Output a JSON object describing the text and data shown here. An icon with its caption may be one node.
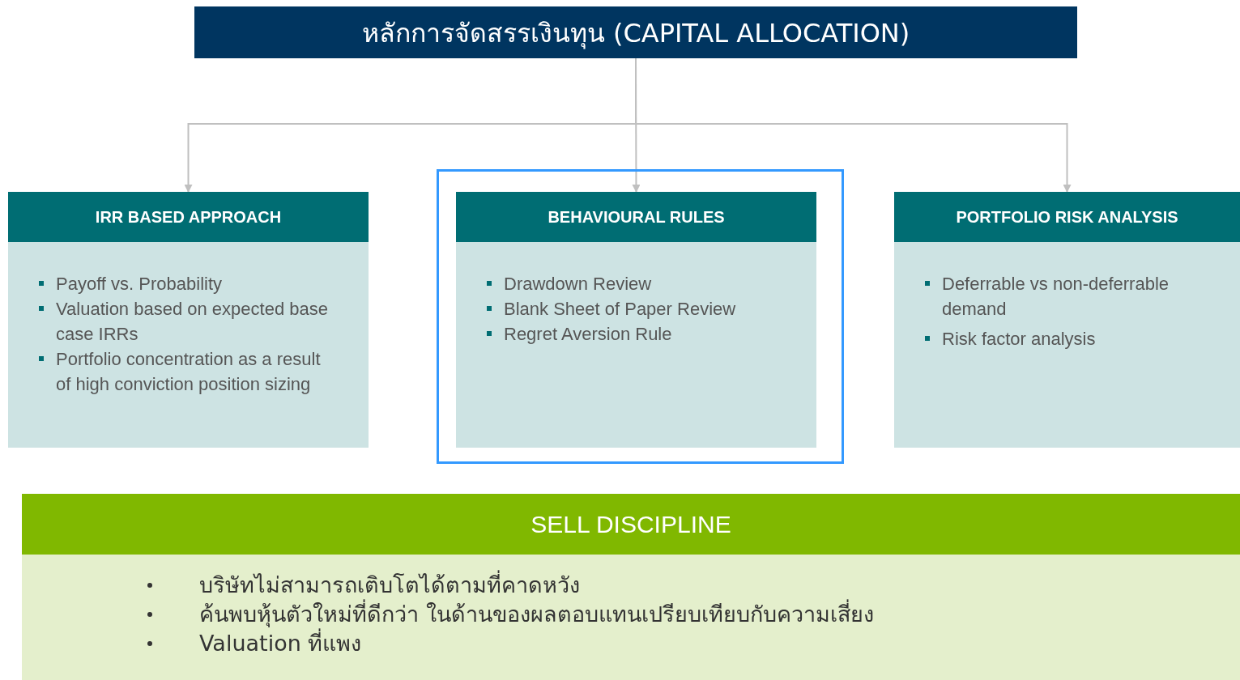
{
  "diagram": {
    "nodes": [
      {
        "text": [
          "หลักการจัดสรรเงินทุน (CAPITAL ALLOCATION)"
        ]
      },
      {
        "text": [
          "IRR BASED APPROACH",
          "Payoff vs. Probability",
          "Valuation based on expected base case IRRs",
          "Portfolio concentration as a result of high conviction position sizing"
        ]
      },
      {
        "text": [],
        "shape": "box"
      },
      {
        "text": [
          "BEHAVIOURAL RULES",
          "Drawdown Review",
          "Blank Sheet of Paper Review",
          "Regret Aversion Rule"
        ],
        "in": 2
      },
      {
        "text": [
          "PORTFOLIO RISK ANALYSIS",
          "Deferrable vs non-deferrable demand",
          "Risk factor analysis"
        ]
      },
      {
        "text": [
          "SELL DISCIPLINE",
          "บริษัทไม่สามารถเติบโตได้ตามที่คาดหวัง",
          "ค้นพบหุ้นตัวใหม่ที่ดีกว่า ในด้านของผลตอบแทนเปรียบเทียบกับความเสี่ยง",
          "Valuation ที่แพง"
        ]
      }
    ],
    "edges": [
      {
        "from": 0,
        "to": 1,
        "arrow": "to"
      },
      {
        "from": 0,
        "to": 3,
        "arrow": "to"
      },
      {
        "from": 0,
        "to": 4,
        "arrow": "to"
      }
    ]
  }
}
